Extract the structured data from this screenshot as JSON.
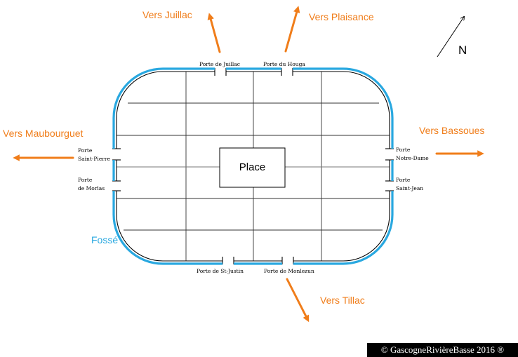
{
  "directions": {
    "juillac": "Vers Juillac",
    "plaisance": "Vers Plaisance",
    "maubourguet": "Vers Maubourguet",
    "bassoues": "Vers Bassoues",
    "tillac": "Vers Tillac"
  },
  "north_label": "N",
  "gates": {
    "juillac": "Porte de Juillac",
    "houga": "Porte du Houga",
    "saint_pierre": [
      "Porte",
      "Saint-Pierre"
    ],
    "morlas": [
      "Porte",
      "de Morlas"
    ],
    "notre_dame": [
      "Porte",
      "Notre-Dame"
    ],
    "saint_jean": [
      "Porte",
      "Saint-Jean"
    ],
    "st_justin": "Porte de St-Justin",
    "monlezun": "Porte de Monlezun"
  },
  "place_label": "Place",
  "fosse_label": "Fossé",
  "copyright": "© GascogneRivièreBasse 2016 ®",
  "colors": {
    "moat": "#29a8e0",
    "arrow": "#f07d1a",
    "grid": "#333333",
    "wall": "#000000"
  }
}
